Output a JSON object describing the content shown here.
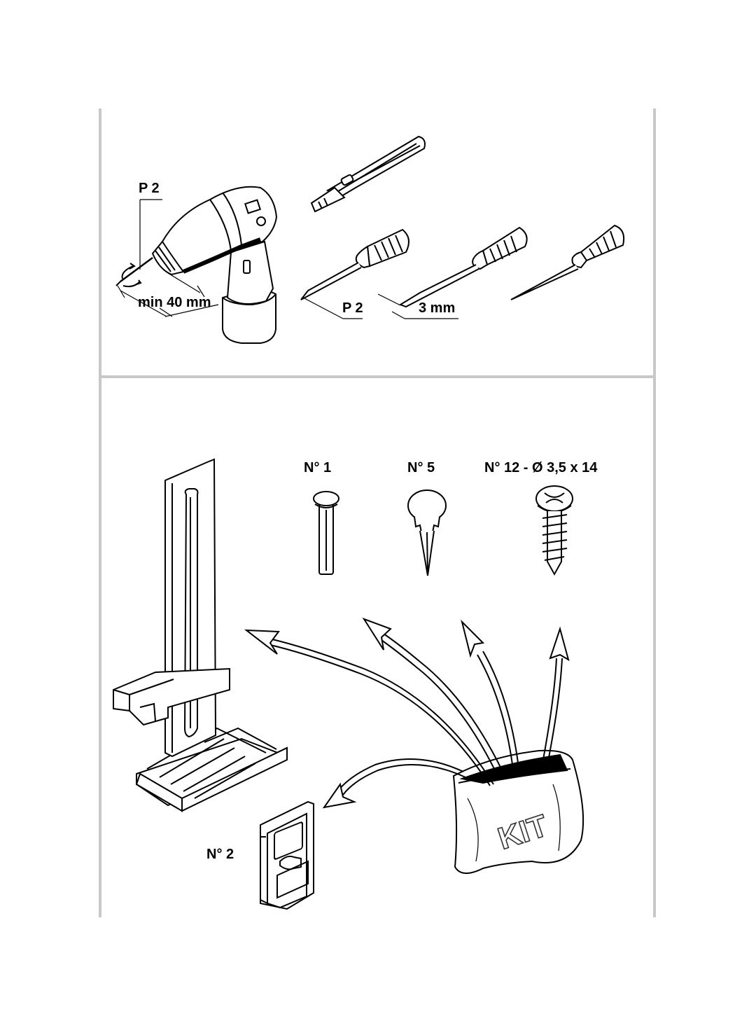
{
  "tools_panel": {
    "drill_bit_label": "P 2",
    "drill_depth_label": "min 40 mm",
    "awl_label": "P 2",
    "screwdriver_width_label": "3 mm"
  },
  "parts_panel": {
    "part_1_label": "N° 1",
    "part_5_label": "N° 5",
    "part_12_label": "N° 12 - Ø 3,5 x 14",
    "part_2_label": "N° 2",
    "kit_bag_text": "KIT"
  }
}
